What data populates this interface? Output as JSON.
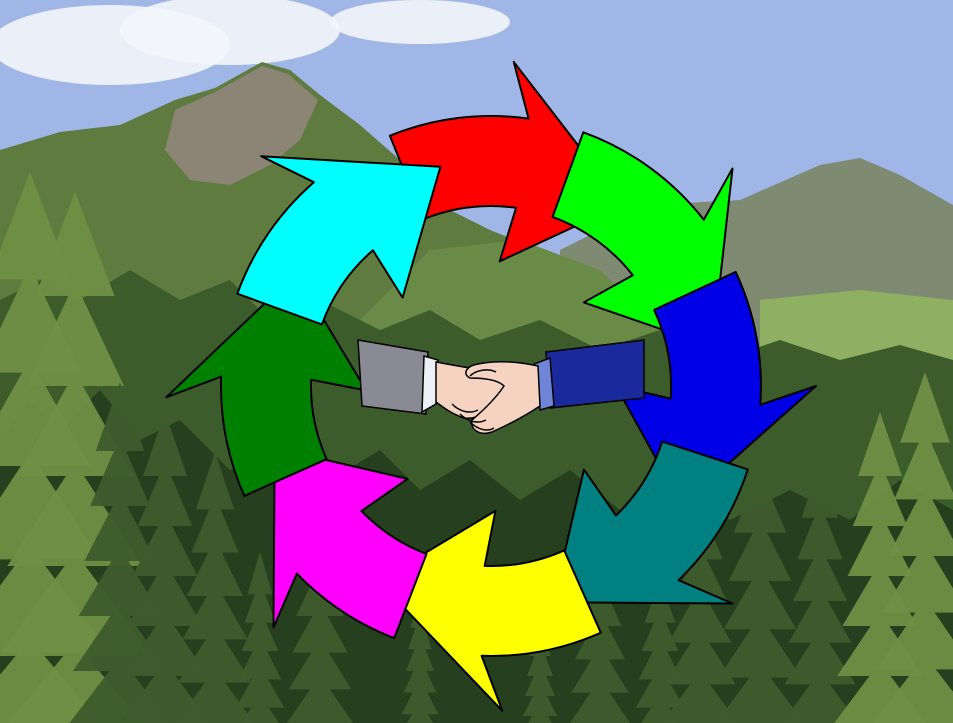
{
  "scene": {
    "background": "mountain-forest-landscape",
    "colors": {
      "sky": "#9fb6e6",
      "cloud": "#f3f5fa",
      "mountain_far": "#7f8a72",
      "mountain_rock": "#8c8576",
      "mountain_green": "#5f7b3f",
      "slope": "#6a8a48",
      "forest_dark": "#26401f",
      "forest_mid": "#3d5c2c",
      "tree_light": "#6f8f45",
      "meadow": "#8fb062"
    }
  },
  "cycle": {
    "arrows": [
      {
        "name": "red-arrow",
        "color": "#ff0000"
      },
      {
        "name": "green-arrow",
        "color": "#00ff00"
      },
      {
        "name": "blue-arrow",
        "color": "#0000e6"
      },
      {
        "name": "teal-arrow",
        "color": "#008080"
      },
      {
        "name": "yellow-arrow",
        "color": "#ffff00"
      },
      {
        "name": "magenta-arrow",
        "color": "#ff00ff"
      },
      {
        "name": "dark-green-arrow",
        "color": "#008000"
      },
      {
        "name": "cyan-arrow",
        "color": "#00ffff"
      }
    ],
    "outline": "#000000"
  },
  "handshake": {
    "left_sleeve": "#8a8a94",
    "right_sleeve": "#1a2a9c",
    "skin": "#f6d2c0",
    "cuff": "#eef0f7"
  }
}
